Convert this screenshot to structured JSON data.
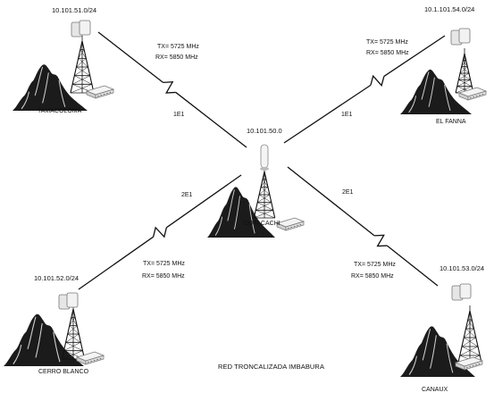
{
  "diagram": {
    "title": "RED TRONCALIZADA IMBABURA",
    "hub": {
      "ip": "10.101.50.0",
      "name": "COTACACHI"
    },
    "sites": [
      {
        "key": "nw",
        "ip": "10.101.51.0/24",
        "name": "TAMACOLOMA"
      },
      {
        "key": "ne",
        "ip": "10.1.101.54.0/24",
        "name": "EL FANNA"
      },
      {
        "key": "sw",
        "ip": "10.101.52.0/24",
        "name": "CERRO BLANCO"
      },
      {
        "key": "se",
        "ip": "10.101.53.0/24",
        "name": "CANAUX"
      }
    ],
    "links": [
      {
        "key": "nw",
        "tx": "TX= 5725 MHz",
        "rx": "RX= 5850 MHz",
        "e1": "1E1"
      },
      {
        "key": "ne",
        "tx": "TX= 5725 MHz",
        "rx": "RX= 5850 MHz",
        "e1": "1E1"
      },
      {
        "key": "sw",
        "tx": "TX= 5725 MHz",
        "rx": "RX= 5850 MHz",
        "e1": "2E1"
      },
      {
        "key": "se",
        "tx": "TX= 5725 MHz",
        "rx": "RX= 5850 MHz",
        "e1": "2E1"
      }
    ]
  }
}
